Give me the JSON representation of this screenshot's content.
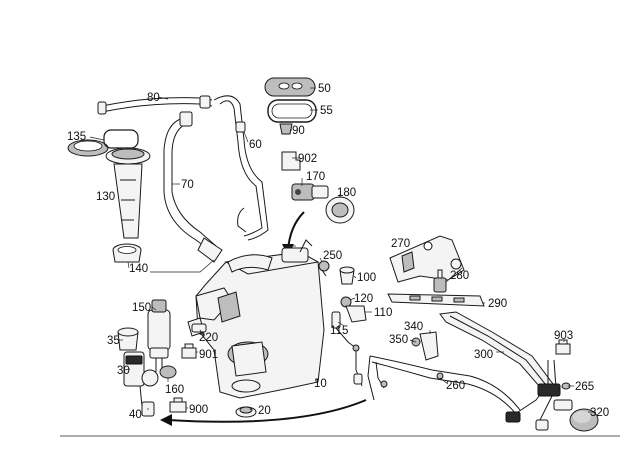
{
  "diagram": {
    "callouts": [
      {
        "id": "c10",
        "text": "10"
      },
      {
        "id": "c20",
        "text": "20"
      },
      {
        "id": "c30",
        "text": "30"
      },
      {
        "id": "c35",
        "text": "35"
      },
      {
        "id": "c40",
        "text": "40"
      },
      {
        "id": "c50",
        "text": "50"
      },
      {
        "id": "c55",
        "text": "55"
      },
      {
        "id": "c60",
        "text": "60"
      },
      {
        "id": "c70",
        "text": "70"
      },
      {
        "id": "c80",
        "text": "80"
      },
      {
        "id": "c90",
        "text": "90"
      },
      {
        "id": "c100",
        "text": "100"
      },
      {
        "id": "c110",
        "text": "110"
      },
      {
        "id": "c115",
        "text": "115"
      },
      {
        "id": "c120",
        "text": "120"
      },
      {
        "id": "c130",
        "text": "130"
      },
      {
        "id": "c135",
        "text": "135"
      },
      {
        "id": "c140",
        "text": "140"
      },
      {
        "id": "c150",
        "text": "150"
      },
      {
        "id": "c160",
        "text": "160"
      },
      {
        "id": "c170",
        "text": "170"
      },
      {
        "id": "c180",
        "text": "180"
      },
      {
        "id": "c220",
        "text": "220"
      },
      {
        "id": "c250",
        "text": "250"
      },
      {
        "id": "c260",
        "text": "260"
      },
      {
        "id": "c265",
        "text": "265"
      },
      {
        "id": "c270",
        "text": "270"
      },
      {
        "id": "c280",
        "text": "280"
      },
      {
        "id": "c290",
        "text": "290"
      },
      {
        "id": "c300",
        "text": "300"
      },
      {
        "id": "c320",
        "text": "320"
      },
      {
        "id": "c340",
        "text": "340"
      },
      {
        "id": "c350",
        "text": "350"
      },
      {
        "id": "c900",
        "text": "900"
      },
      {
        "id": "c901",
        "text": "901"
      },
      {
        "id": "c902",
        "text": "902"
      },
      {
        "id": "c903",
        "text": "903"
      }
    ]
  }
}
